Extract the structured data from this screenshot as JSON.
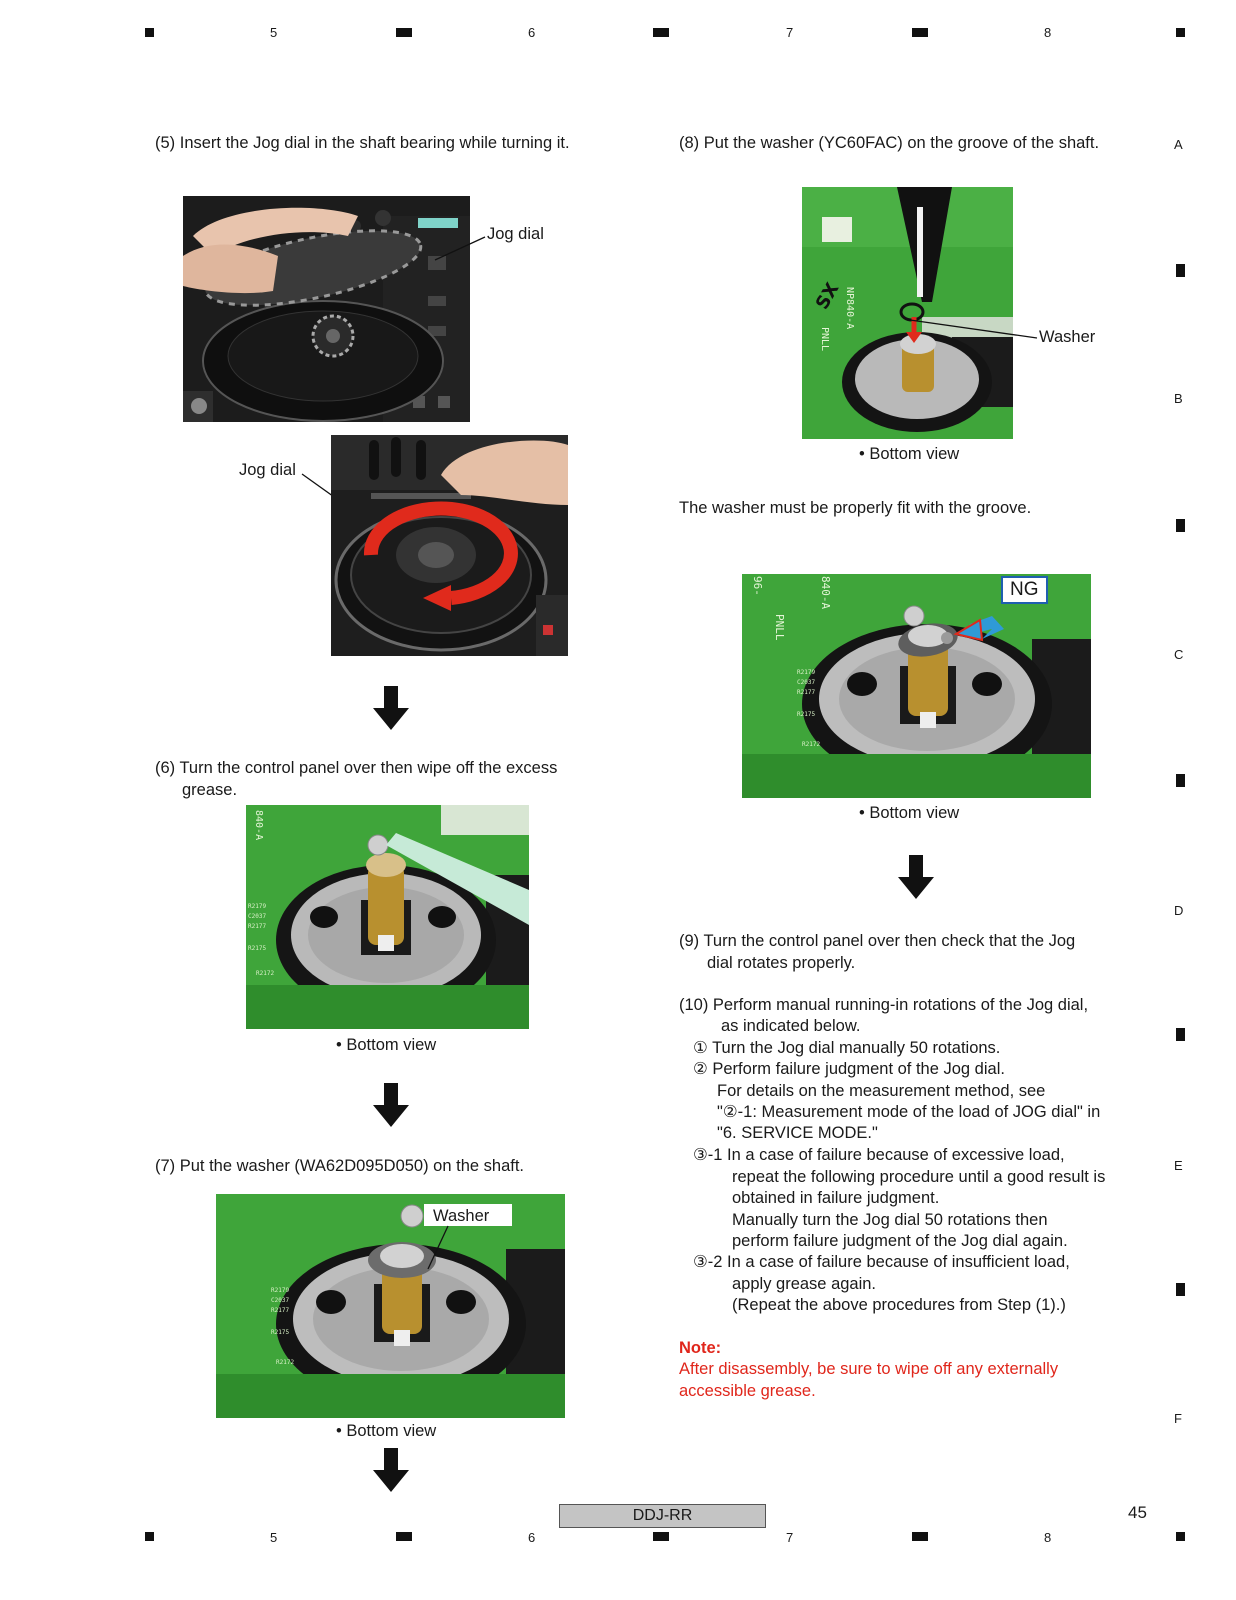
{
  "header": {
    "columns": [
      "5",
      "6",
      "7",
      "8"
    ]
  },
  "rows": [
    "A",
    "B",
    "C",
    "D",
    "E",
    "F"
  ],
  "footer": {
    "model": "DDJ-RR",
    "page": "45",
    "columns": [
      "5",
      "6",
      "7",
      "8"
    ]
  },
  "step5": {
    "text": "(5) Insert the Jog dial in the shaft bearing while turning it.",
    "label_top": "Jog dial",
    "label_bottom": "Jog dial"
  },
  "step6": {
    "text_line1": "(6) Turn the control panel over then wipe off the excess",
    "text_line2": "grease.",
    "caption": "• Bottom view"
  },
  "step7": {
    "text": "(7) Put the washer (WA62D095D050) on the shaft.",
    "label": "Washer",
    "caption": "• Bottom view"
  },
  "step8": {
    "text": "(8) Put the washer (YC60FAC) on the groove of the shaft.",
    "label": "Washer",
    "caption": "• Bottom view"
  },
  "fit_note": "The washer must be properly fit with the groove.",
  "ng_figure": {
    "badge": "NG",
    "caption": "• Bottom view"
  },
  "step9": {
    "line1": "(9) Turn the control panel over then check that the Jog",
    "line2": "dial rotates properly."
  },
  "step10": {
    "line1": "(10) Perform manual running-in rotations of the Jog dial,",
    "line2": "as indicated below.",
    "item1": "① Turn the Jog dial manually 50 rotations.",
    "item2": "② Perform failure judgment of the Jog dial.",
    "item2_a": "For details on the measurement method, see",
    "item2_b": "\"②-1: Measurement mode of the load of JOG dial\" in",
    "item2_c": "\"6. SERVICE MODE.\"",
    "item31_a": "③-1 In a case of failure because of excessive load,",
    "item31_b": "repeat the following procedure until a good result is",
    "item31_c": "obtained in failure judgment.",
    "item31_d": "Manually turn the Jog dial 50 rotations then",
    "item31_e": "perform failure judgment of the Jog dial again.",
    "item32_a": "③-2 In a case of failure because of insufficient load,",
    "item32_b": "apply grease again.",
    "item32_c": "(Repeat the above procedures from Step (1).)"
  },
  "note": {
    "title": "Note:",
    "line1": "After disassembly, be sure to wipe off any externally",
    "line2": "accessible grease."
  },
  "colors": {
    "pcb_green": "#3fa53a",
    "note_red": "#e0261b",
    "ng_blue": "#1f5fb0",
    "arrow_red": "#e02a1c"
  }
}
